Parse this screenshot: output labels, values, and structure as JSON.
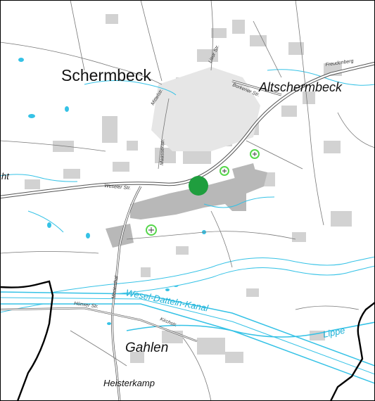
{
  "places": {
    "schermbeck": "Schermbeck",
    "altschermbeck": "Altschermbeck",
    "gahlen": "Gahlen",
    "heisterkamp": "Heisterkamp",
    "left_edge_fragment": "ht"
  },
  "roads": {
    "weseler_str": "Weseler Str.",
    "mittelstr": "Mittelstr.",
    "lisur_str": "Lisur Str.",
    "borkener_str": "Borkener Str.",
    "freudenberg": "Freudenberg",
    "maassenstr": "Maassenstr.",
    "marienthal": "Marienthal",
    "hunxer_str": "Hünxer Str.",
    "kirchstr": "Kirchstr."
  },
  "water": {
    "canal": "Wesel-Datteln-Kanal",
    "river": "Lippe"
  },
  "markers": {
    "main_site_color": "#1f9e3e",
    "secondary_marker_color": "#55d64a"
  },
  "colors": {
    "water": "#35c2e6",
    "built_up": "#c4c4c4",
    "road_outline": "#555555",
    "boundary": "#000000"
  }
}
